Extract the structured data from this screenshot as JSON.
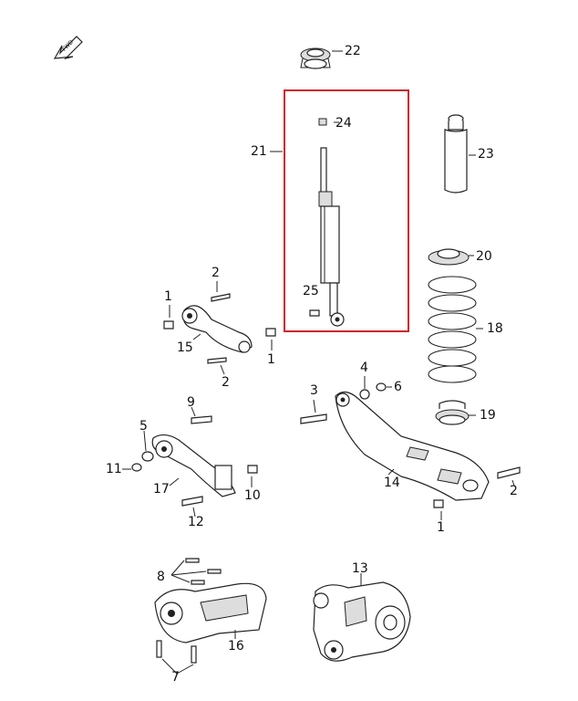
{
  "highlight_color": "#d0202a",
  "arrow_label": "FWD",
  "callouts": {
    "c22": "22",
    "c24": "24",
    "c21": "21",
    "c23": "23",
    "c20": "20",
    "c25": "25",
    "c18": "18",
    "c2a": "2",
    "c1a": "1",
    "c15": "15",
    "c1b": "1",
    "c2b": "2",
    "c4": "4",
    "c6": "6",
    "c3": "3",
    "c19": "19",
    "c9": "9",
    "c5": "5",
    "c11": "11",
    "c17": "17",
    "c10": "10",
    "c12": "12",
    "c14": "14",
    "c2c": "2",
    "c1c": "1",
    "c13": "13",
    "c8": "8",
    "c16": "16",
    "c7": "7"
  }
}
